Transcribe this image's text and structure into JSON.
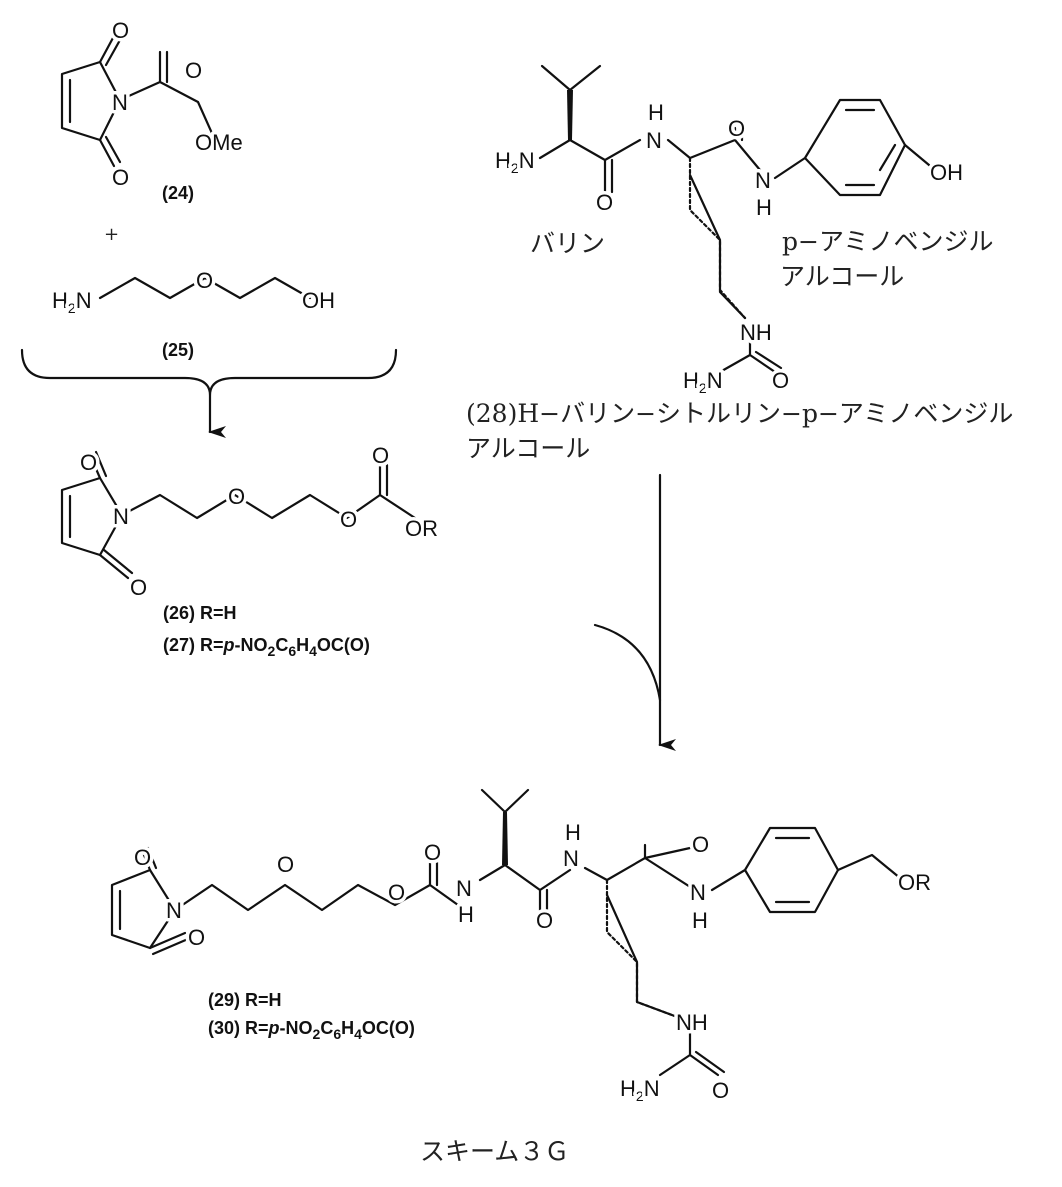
{
  "compounds": {
    "c24": {
      "label": "(24)",
      "ome": "OMe",
      "o": "O"
    },
    "plus": "+",
    "c25": {
      "label": "(25)",
      "h": "H",
      "sub2": "2",
      "n": "N",
      "o": "O",
      "oh": "OH"
    },
    "c26": {
      "label26": "(26) R=H",
      "label27_pre": "(27) R=",
      "label27_p": "p",
      "label27_rest": [
        "-NO",
        "2",
        "C",
        "6",
        "H",
        "4",
        "OC(O)"
      ],
      "or": "OR",
      "n": "N",
      "o": "O"
    },
    "c28": {
      "h2n": [
        "H",
        "2",
        "N"
      ],
      "h": "H",
      "n": "N",
      "nh": "NH",
      "o": "O",
      "oh": "OH",
      "valine": "バリン",
      "pab1": "p−アミノベンジル",
      "pab2": "アルコール",
      "name1": "(28)H−バリン−シトルリン−p−アミノベンジル",
      "name2": "アルコール"
    },
    "c29": {
      "label29": "(29) R=H",
      "label30_pre": "(30) R=",
      "label30_p": "p",
      "label30_rest": [
        "-NO",
        "2",
        "C",
        "6",
        "H",
        "4",
        "OC(O)"
      ],
      "or": "OR"
    }
  },
  "caption": "スキーム３Ｇ"
}
